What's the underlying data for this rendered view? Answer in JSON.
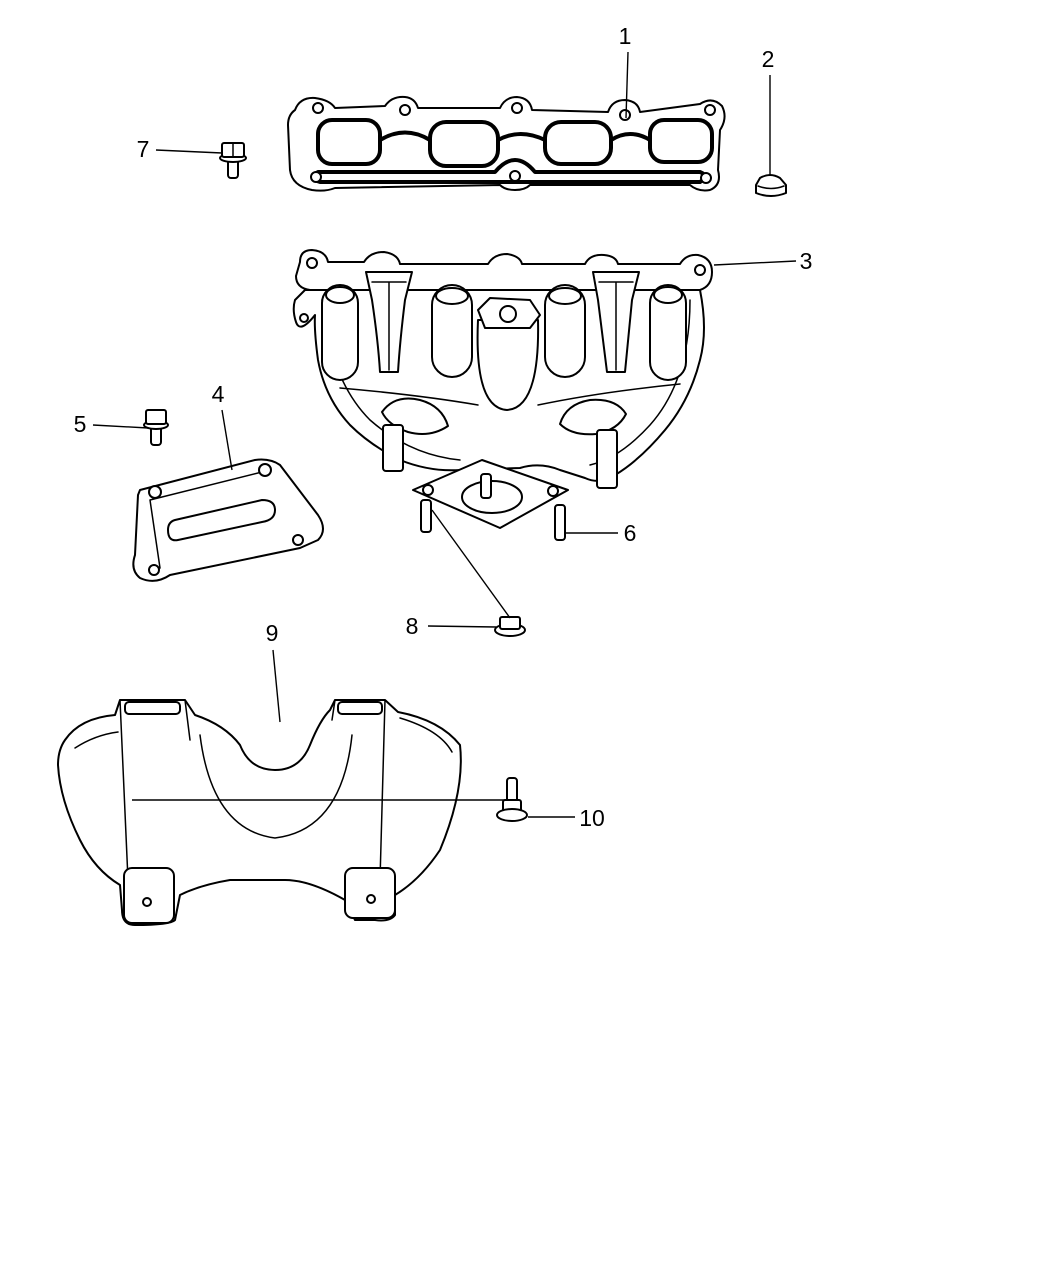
{
  "callouts": [
    "1",
    "2",
    "3",
    "4",
    "5",
    "6",
    "7",
    "8",
    "9",
    "10"
  ],
  "colors": {
    "line": "#000000",
    "background": "#ffffff"
  }
}
